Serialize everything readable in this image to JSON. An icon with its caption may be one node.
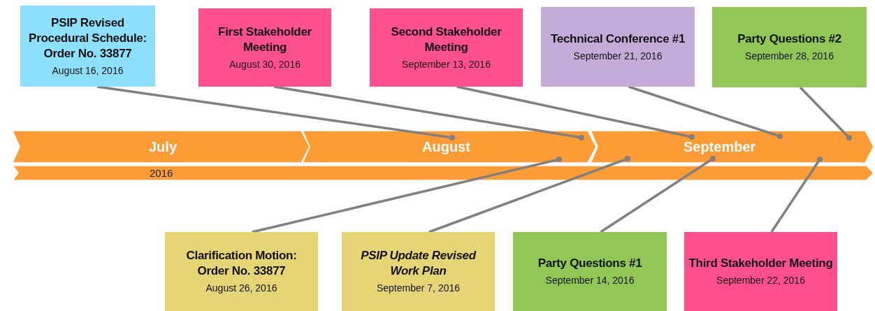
{
  "diagram": {
    "nodes": [
      {
        "text": [
          "PSIP Revised Procedural Schedule: Order No. 33877",
          "August 16, 2016"
        ]
      },
      {
        "text": [
          "First Stakeholder Meeting",
          "August 30, 2016"
        ]
      },
      {
        "text": [
          "Second Stakeholder Meeting",
          "September 13, 2016"
        ]
      },
      {
        "text": [
          "Technical Conference #1",
          "September 21, 2016"
        ]
      },
      {
        "text": [
          "Party Questions #2",
          "September 28, 2016"
        ]
      },
      {
        "text": [
          "Clarification Motion: Order No. 33877",
          "August 26, 2016"
        ]
      },
      {
        "text": [
          "PSIP Update Revised Work Plan",
          "September 7, 2016"
        ]
      },
      {
        "text": [
          "Party Questions #1",
          "September 14, 2016"
        ]
      },
      {
        "text": [
          "Third Stakeholder Meeting",
          "September 22, 2016"
        ]
      },
      {
        "text": [
          "July"
        ]
      },
      {
        "text": [
          "August"
        ]
      },
      {
        "text": [
          "September"
        ]
      },
      {
        "text": [
          "2016"
        ]
      }
    ],
    "edges": [
      {
        "from": 0,
        "to": 10,
        "arrow": "other"
      },
      {
        "from": 1,
        "to": 10,
        "arrow": "other"
      },
      {
        "from": 2,
        "to": 11,
        "arrow": "other"
      },
      {
        "from": 3,
        "to": 11,
        "arrow": "other"
      },
      {
        "from": 4,
        "to": 11,
        "arrow": "other"
      },
      {
        "from": 5,
        "to": 10,
        "arrow": "other"
      },
      {
        "from": 6,
        "to": 11,
        "arrow": "other"
      },
      {
        "from": 7,
        "to": 11,
        "arrow": "other"
      },
      {
        "from": 8,
        "to": 11,
        "arrow": "other"
      }
    ]
  }
}
